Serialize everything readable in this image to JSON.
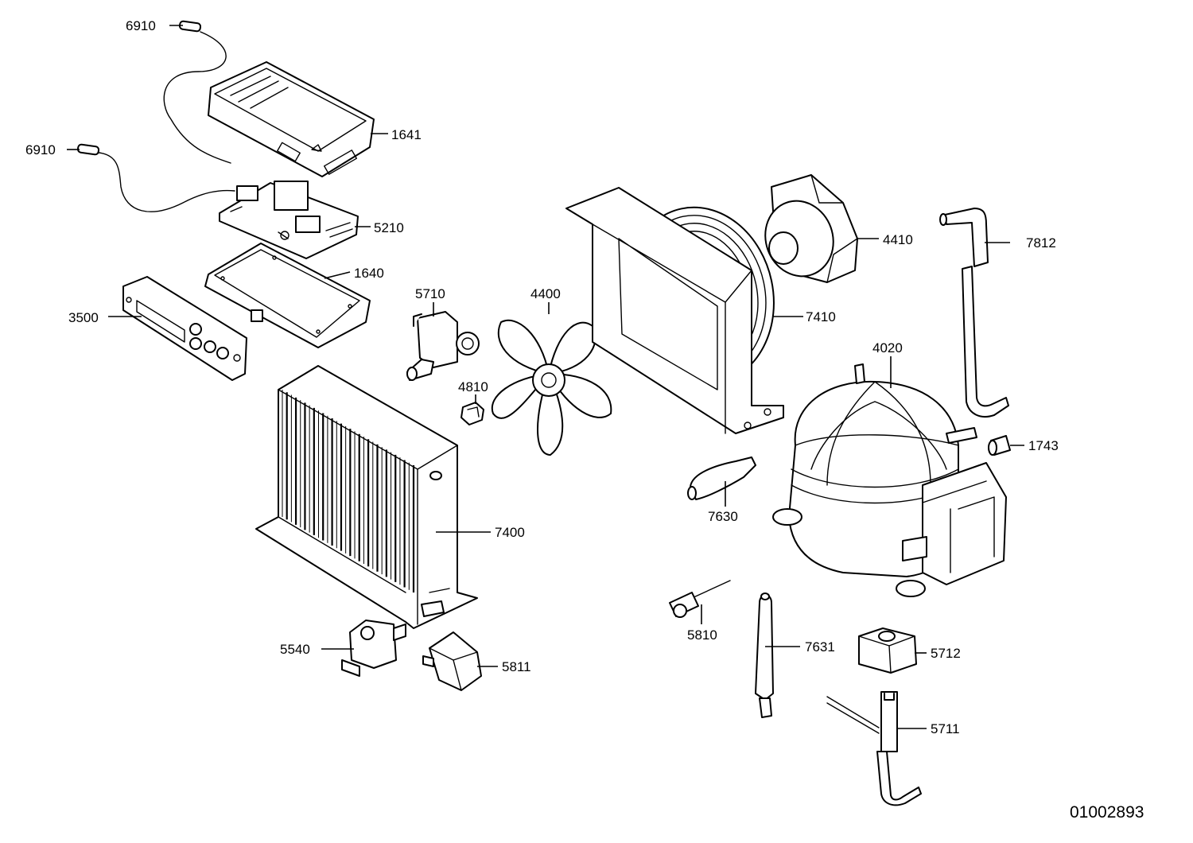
{
  "drawing_number": "01002893",
  "part_labels": {
    "p6910a": "6910",
    "p6910b": "6910",
    "p1641": "1641",
    "p5210": "5210",
    "p1640": "1640",
    "p3500": "3500",
    "p5710": "5710",
    "p4400": "4400",
    "p4810": "4810",
    "p4410": "4410",
    "p7410": "7410",
    "p7812": "7812",
    "p4020": "4020",
    "p1743": "1743",
    "p7630": "7630",
    "p7400": "7400",
    "p5810": "5810",
    "p7631": "7631",
    "p5712": "5712",
    "p5540": "5540",
    "p5811": "5811",
    "p5711": "5711"
  }
}
